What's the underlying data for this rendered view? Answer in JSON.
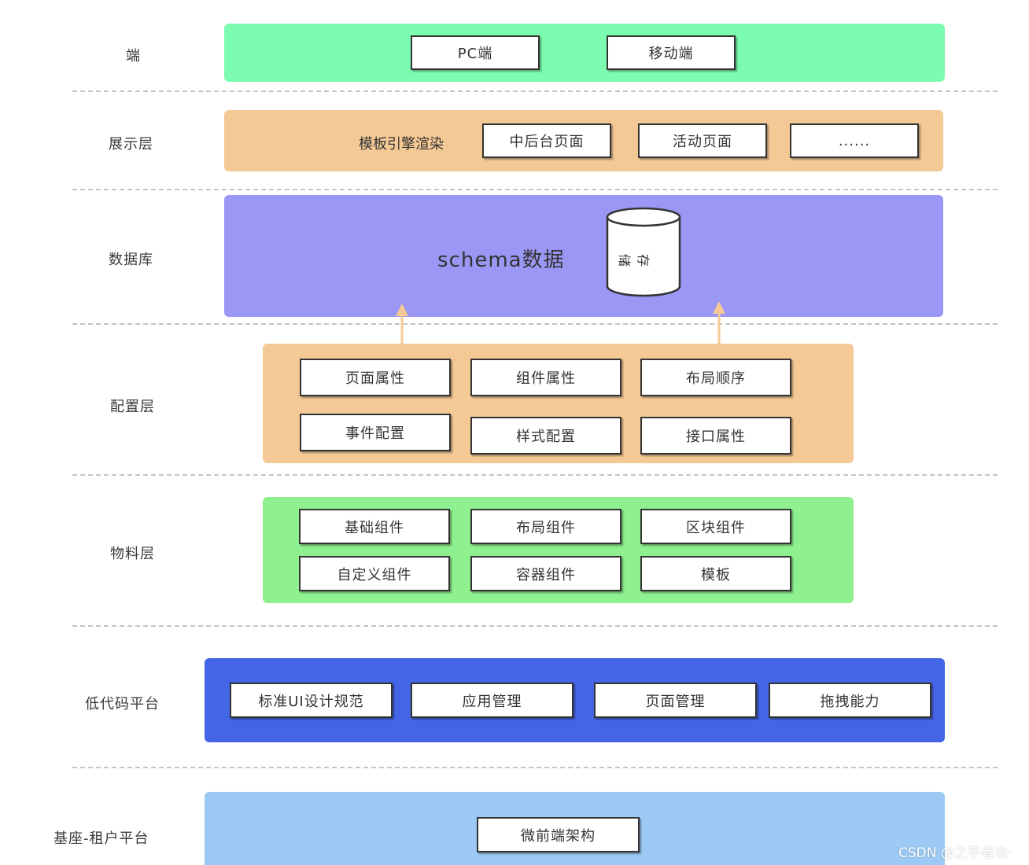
{
  "layers": {
    "terminal": {
      "label": "端",
      "items": [
        "PC端",
        "移动端"
      ]
    },
    "display": {
      "label": "展示层",
      "engine": "模板引擎渲染",
      "items": [
        "中后台页面",
        "活动页面",
        "......"
      ]
    },
    "database": {
      "label": "数据库",
      "schema": "schema数据",
      "storage": "存储"
    },
    "config": {
      "label": "配置层",
      "items": [
        "页面属性",
        "组件属性",
        "布局顺序",
        "事件配置",
        "样式配置",
        "接口属性"
      ]
    },
    "material": {
      "label": "物料层",
      "items": [
        "基础组件",
        "布局组件",
        "区块组件",
        "自定义组件",
        "容器组件",
        "模板"
      ]
    },
    "lowcode": {
      "label": "低代码平台",
      "items": [
        "标准UI设计规范",
        "应用管理",
        "页面管理",
        "拖拽能力"
      ]
    },
    "base": {
      "label": "基座-租户平台",
      "items": [
        "微前端架构"
      ]
    }
  },
  "watermark": "CSDN @之乎者也·",
  "colors": {
    "terminal": "#7cfcb0",
    "display": "#f5c995",
    "database": "#9a97f5",
    "config": "#f5c995",
    "material": "#8ef08e",
    "lowcode": "#4466e6",
    "base": "#9ccaf5",
    "arrow": "#f5c995"
  }
}
